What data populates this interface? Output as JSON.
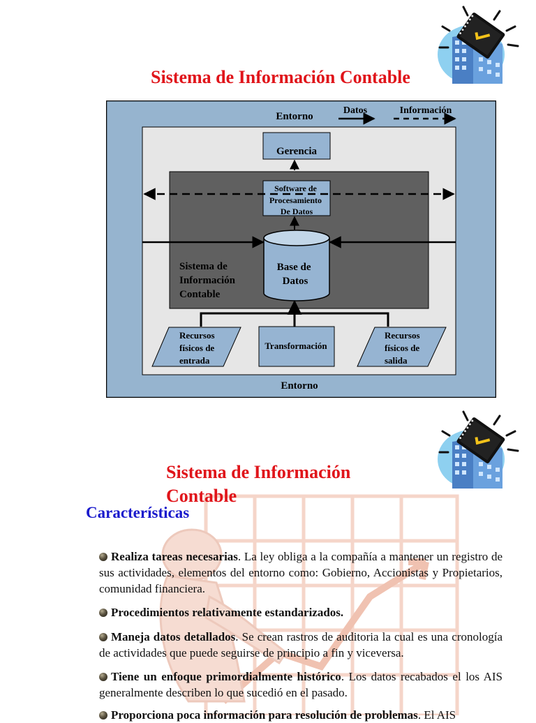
{
  "slide1": {
    "title": "Sistema de Información Contable",
    "diagram": {
      "entorno_top": "Entorno",
      "entorno_bottom": "Entorno",
      "legend_datos": "Datos",
      "legend_informacion": "Información",
      "gerencia": "Gerencia",
      "software": [
        "Software de",
        "Procesamiento",
        "De Datos"
      ],
      "sistema": [
        "Sistema de",
        "Información",
        "Contable"
      ],
      "base_datos": [
        "Base de",
        "Datos"
      ],
      "recursos_entrada": [
        "Recursos",
        "físicos de",
        "entrada"
      ],
      "transformacion": "Transformación",
      "recursos_salida": [
        "Recursos",
        "físicos de",
        "salida"
      ]
    }
  },
  "slide2": {
    "title_line1": "Sistema de Información",
    "title_line2": "Contable",
    "subtitle": "Características",
    "bullets": [
      {
        "bold": "Realiza tareas necesarias",
        "text": ".  La  ley obliga  a  la compañía a mantener un registro  de  sus  actividades,  elementos  del  entorno como: Gobierno, Accionistas y Propietarios, comunidad financiera."
      },
      {
        "bold": "Procedimientos relativamente estandarizados.",
        "text": ""
      },
      {
        "bold": "Maneja datos detallados",
        "text": ". Se  crean  rastros  de  auditoria la cual es una cronología de actividades que puede seguirse de principio a fin y viceversa."
      },
      {
        "bold": "Tiene un enfoque primordialmente histórico",
        "text": ". Los datos  recabados  el los AIS generalmente describen lo que sucedió en el pasado."
      },
      {
        "bold": "Proporciona poca información para resolución de problemas",
        "text": ". El AIS"
      }
    ]
  },
  "colors": {
    "title": "#e0141a",
    "subtitle": "#1a1acc",
    "outer_frame": "#96b4cf",
    "inner_panel": "#e6e6e6",
    "system_panel": "#606060",
    "box_fill": "#96b4d2"
  },
  "icons": [
    "clipart-building-book-icon",
    "bullet-dot-icon",
    "watermark-sketch-icon"
  ]
}
